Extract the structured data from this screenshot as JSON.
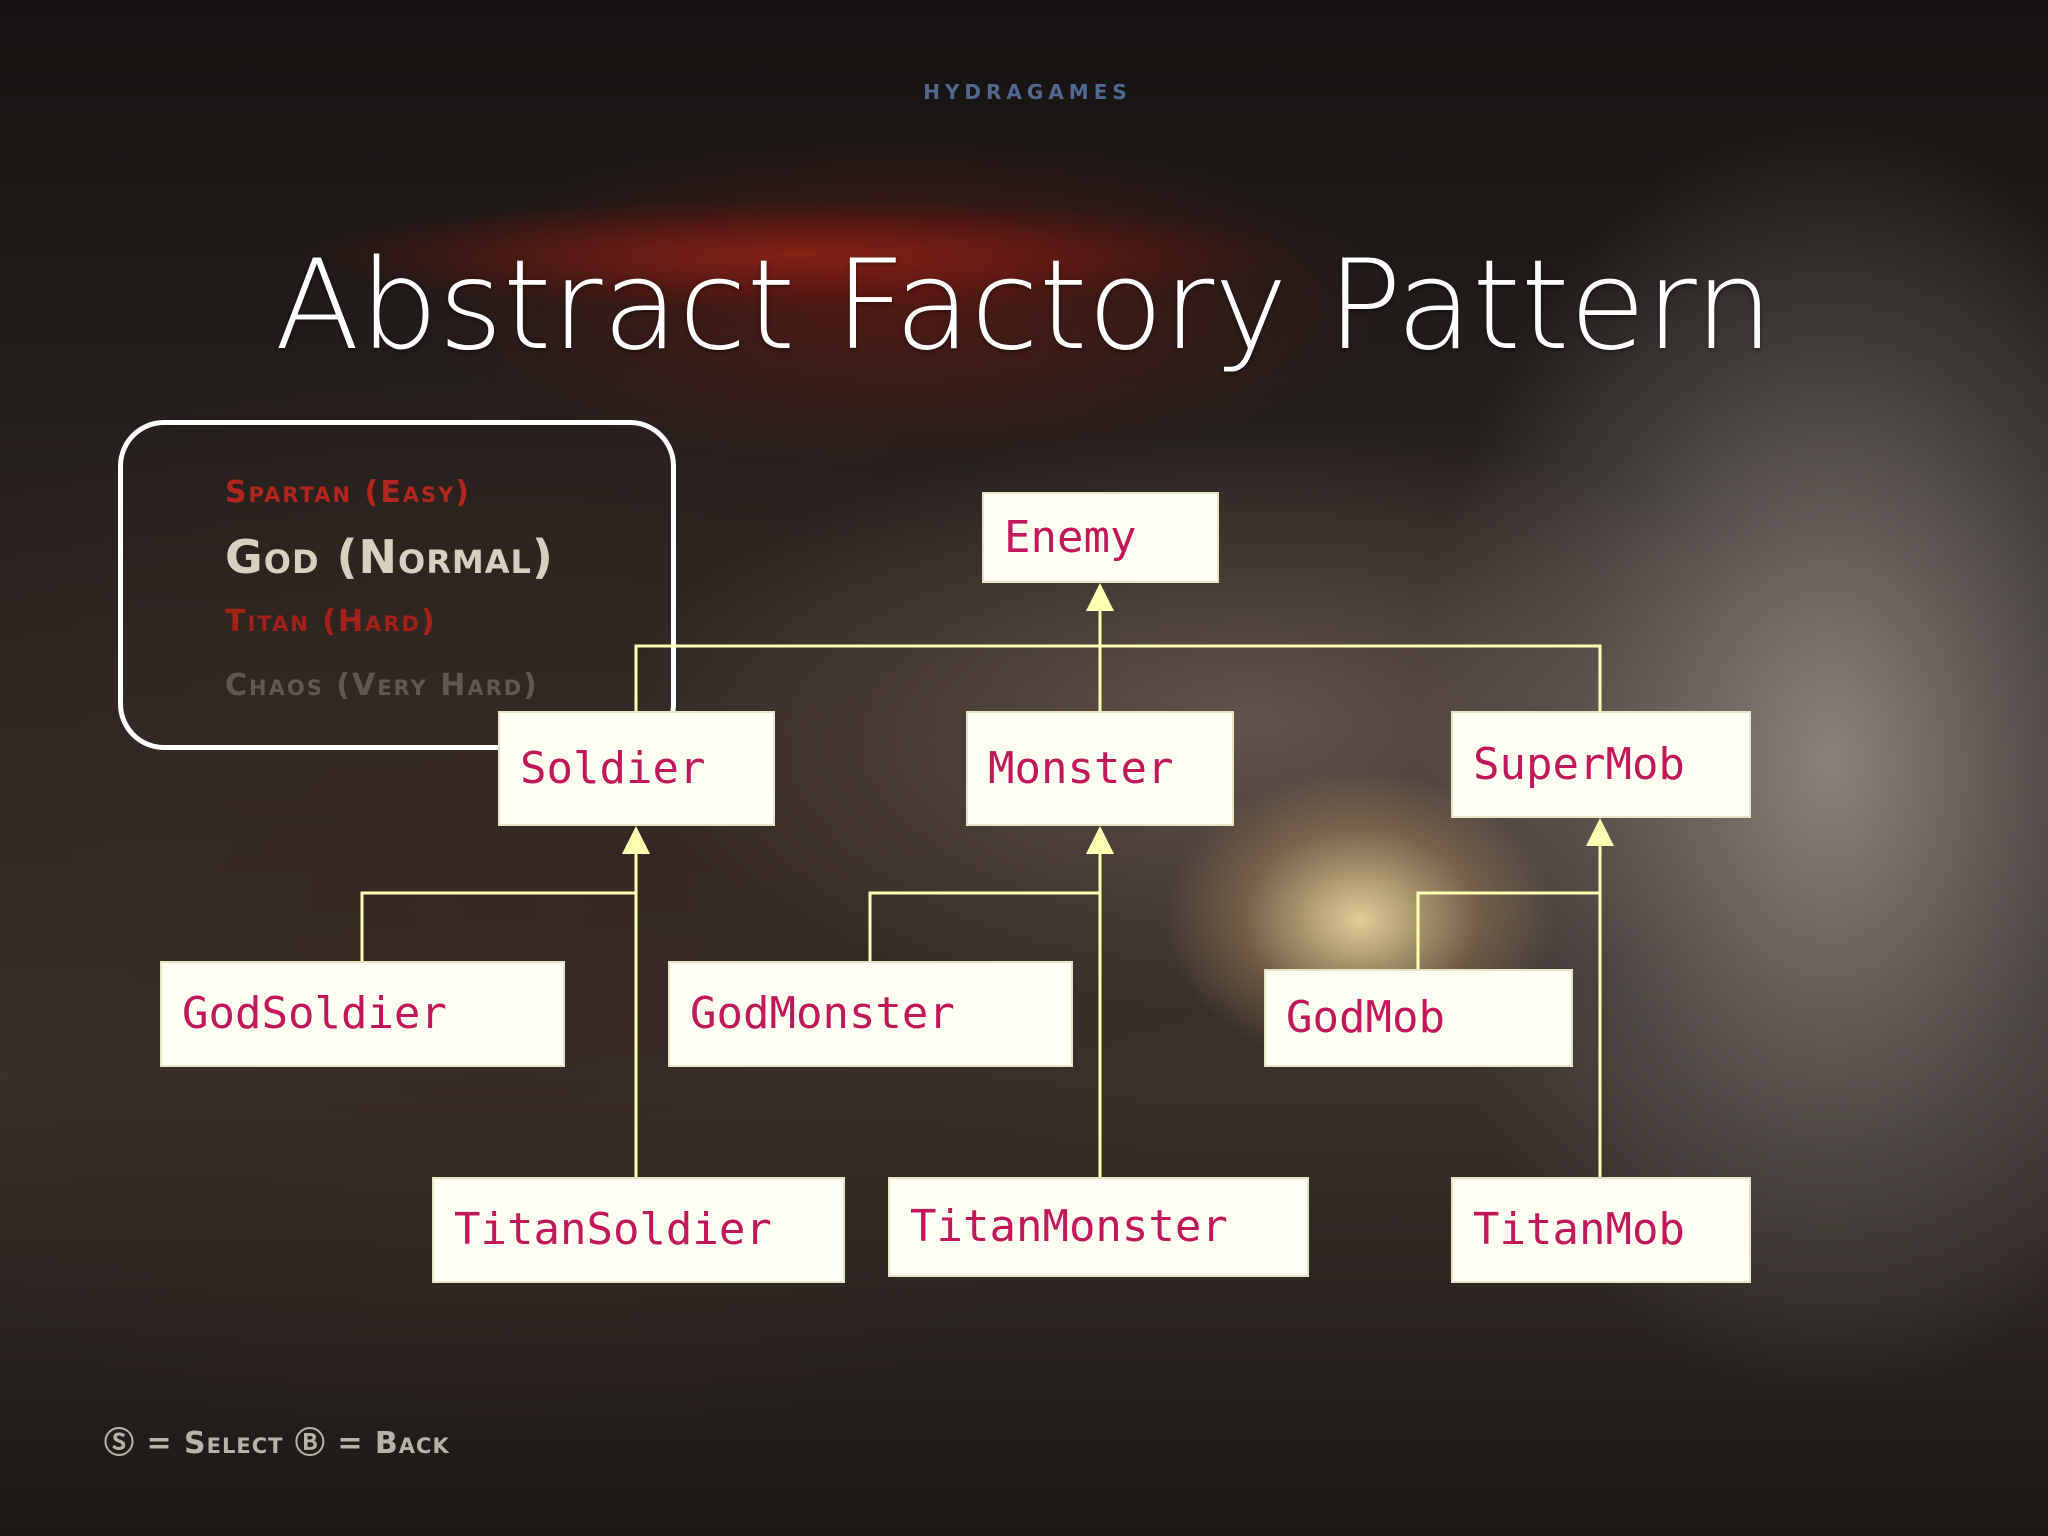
{
  "brand": "HYDRAGAMES",
  "title": "Abstract Factory Pattern",
  "menu": {
    "items": [
      "Spartan (Easy)",
      "God (Normal)",
      "Titan (Hard)",
      "Chaos (Very Hard)"
    ],
    "selected": "God (Normal)"
  },
  "hint": "Ⓢ = Select Ⓑ = Back",
  "diagram": {
    "nodes": {
      "enemy": "Enemy",
      "soldier": "Soldier",
      "monster": "Monster",
      "supermob": "SuperMob",
      "god_soldier": "GodSoldier",
      "god_monster": "GodMonster",
      "god_mob": "GodMob",
      "titan_soldier": "TitanSoldier",
      "titan_monster": "TitanMonster",
      "titan_mob": "TitanMob"
    },
    "inheritance": [
      [
        "soldier",
        "enemy"
      ],
      [
        "monster",
        "enemy"
      ],
      [
        "supermob",
        "enemy"
      ],
      [
        "god_soldier",
        "soldier"
      ],
      [
        "titan_soldier",
        "soldier"
      ],
      [
        "god_monster",
        "monster"
      ],
      [
        "titan_monster",
        "monster"
      ],
      [
        "god_mob",
        "supermob"
      ],
      [
        "titan_mob",
        "supermob"
      ]
    ],
    "colors": {
      "node_fill": "#fffff3",
      "node_text": "#c2185b",
      "connector": "#ffffb0"
    }
  }
}
